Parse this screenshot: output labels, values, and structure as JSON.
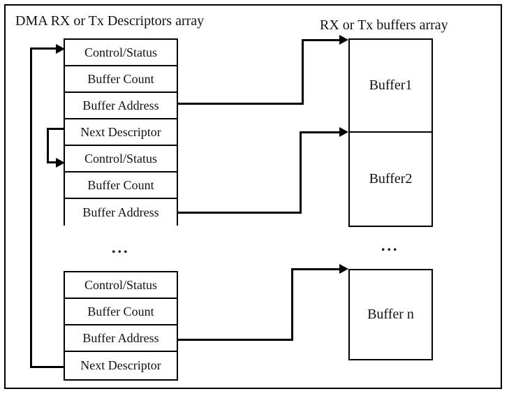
{
  "diagram": {
    "headings": {
      "descriptors": "DMA RX or Tx  Descriptors array",
      "buffers": "RX or Tx  buffers array"
    },
    "ellipsis": {
      "descriptors": "...",
      "buffers": "..."
    },
    "descriptor_table_top": {
      "rows": [
        "Control/Status",
        "Buffer  Count",
        "Buffer  Address",
        "Next  Descriptor",
        "Control/Status",
        "Buffer  Count",
        "Buffer  Address"
      ]
    },
    "descriptor_table_bottom": {
      "rows": [
        "Control/Status",
        "Buffer  Count",
        "Buffer  Address",
        "Next  Descriptor"
      ]
    },
    "buffers": [
      "Buffer1",
      "Buffer2",
      "Buffer n"
    ],
    "colors": {
      "stroke": "#000000",
      "background": "#ffffff",
      "text": "#111111"
    }
  }
}
